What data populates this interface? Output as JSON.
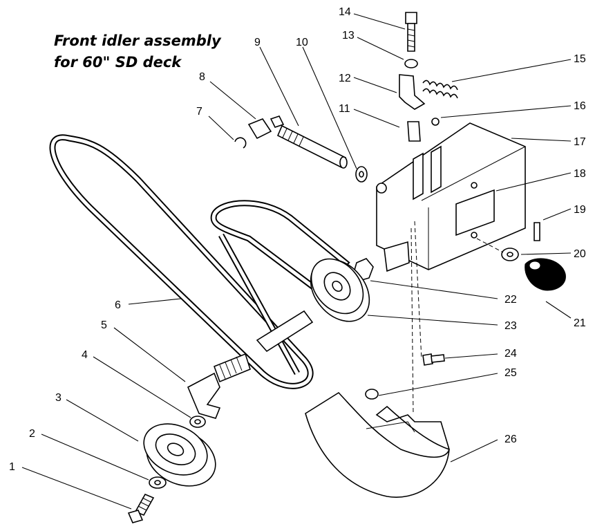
{
  "title": {
    "line1": "Front idler assembly",
    "line2": "for 60\" SD deck"
  },
  "callouts": [
    "1",
    "2",
    "3",
    "4",
    "5",
    "6",
    "7",
    "8",
    "9",
    "10",
    "11",
    "12",
    "13",
    "14",
    "15",
    "16",
    "17",
    "18",
    "19",
    "20",
    "21",
    "22",
    "23",
    "24",
    "25",
    "26"
  ]
}
